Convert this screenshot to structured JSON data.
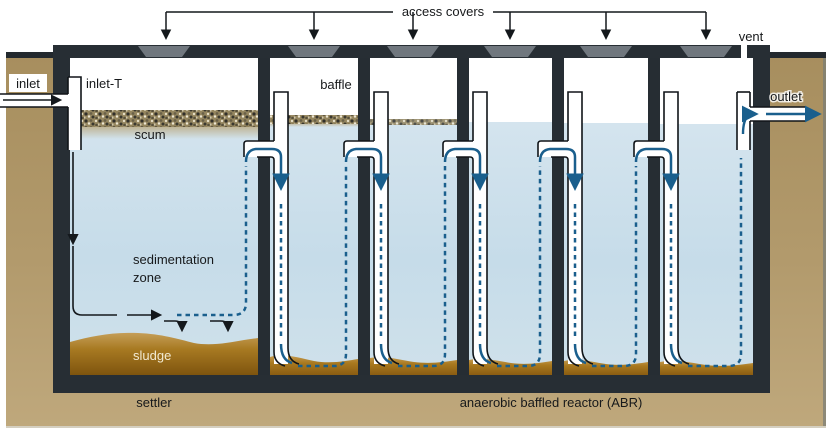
{
  "diagram": {
    "labels": {
      "access_covers": "access covers",
      "vent": "vent",
      "inlet": "inlet",
      "inlet_t": "inlet-T",
      "baffle": "baffle",
      "scum": "scum",
      "sedimentation_line1": "sedimentation",
      "sedimentation_line2": "zone",
      "sludge": "sludge",
      "settler": "settler",
      "abr": "anaerobic baffled reactor (ABR)",
      "outlet": "outlet"
    },
    "structure": {
      "chamber_count": 6,
      "access_cover_count": 6,
      "baffle_downpipe_count": 5
    },
    "colors": {
      "background": "#ffffff",
      "tank_wall": "#272e34",
      "access_cover": "#70777e",
      "soil": "#b0986a",
      "water": "#c9deea",
      "scum": "#95865f",
      "sludge": "#96660f",
      "sludge_highlight": "#c59e58",
      "flow_blue": "#1a5f8d",
      "line_black": "#14181c",
      "sludge_label_text": "#f2ead2"
    }
  }
}
